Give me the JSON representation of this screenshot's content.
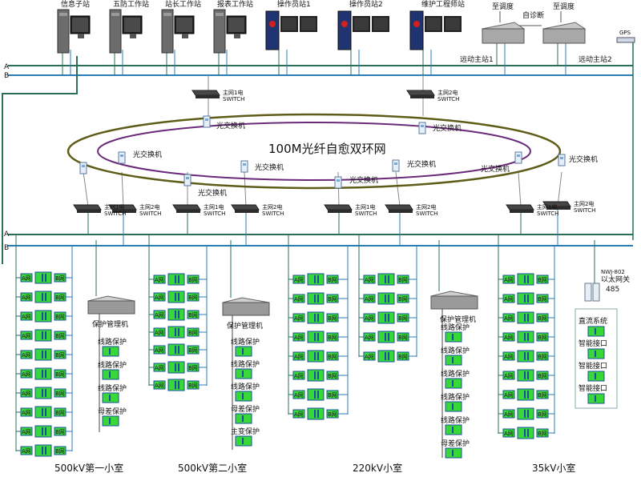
{
  "colors": {
    "bus_green": "#2a6e5a",
    "bus_blue": "#2a7db5",
    "ring_outer": "#5e5c18",
    "ring_inner": "#6a2a7a",
    "device_green": "#38d838",
    "device_border": "#1a4fa0",
    "background": "#ffffff"
  },
  "workstations": [
    {
      "label": "信息子站",
      "icon": "pc-tower-icon"
    },
    {
      "label": "五防工作站",
      "icon": "pc-tower-icon"
    },
    {
      "label": "站长工作站",
      "icon": "pc-tower-icon"
    },
    {
      "label": "报表工作站",
      "icon": "pc-tower-icon"
    },
    {
      "label": "操作员站1",
      "icon": "server-tower-icon"
    },
    {
      "label": "操作员站2",
      "icon": "server-tower-icon"
    },
    {
      "label": "维护工程师站",
      "icon": "server-tower-icon"
    }
  ],
  "remote": {
    "dispatch1": "至调度",
    "dispatch2": "至调度",
    "selfdiag": "自诊断",
    "main1": "远动主站1",
    "main2": "远动主站2",
    "gps": "GPS"
  },
  "bus": {
    "a": "A",
    "b": "B"
  },
  "top_switches": [
    {
      "name": "主网1电",
      "sub": "SWITCH"
    },
    {
      "name": "主网2电",
      "sub": "SWITCH"
    }
  ],
  "ring": {
    "title": "100M光纤自愈双环网",
    "optical_label": "光交换机"
  },
  "bottom_switches": [
    {
      "name": "主网1电",
      "sub": "SWITCH"
    },
    {
      "name": "主网2电",
      "sub": "SWITCH"
    },
    {
      "name": "主网1电",
      "sub": "SWITCH"
    },
    {
      "name": "主网2电",
      "sub": "SWITCH"
    },
    {
      "name": "主网1电",
      "sub": "SWITCH"
    },
    {
      "name": "主网2电",
      "sub": "SWITCH"
    },
    {
      "name": "主网1电",
      "sub": "SWITCH"
    },
    {
      "name": "主网2电",
      "sub": "SWITCH"
    }
  ],
  "device": {
    "a_port": "A网",
    "b_port": "B网"
  },
  "protection": {
    "manager": "保护管理机",
    "room1": [
      "线路保护",
      "线路保护",
      "线路保护",
      "母差保护"
    ],
    "room2": [
      "线路保护",
      "线路保护",
      "线路保护",
      "母差保护",
      "主变保护"
    ],
    "room3": [
      "线路保护",
      "线路保护",
      "线路保护",
      "线路保护",
      "线路保护",
      "母差保护"
    ]
  },
  "gateway": {
    "model": "NWJ-802",
    "desc": "以太网关",
    "port": "485"
  },
  "dc": {
    "items": [
      "直流系统",
      "智能接口",
      "智能接口",
      "智能接口"
    ]
  },
  "rooms": [
    "500kV第一小室",
    "500kV第二小室",
    "220kV小室",
    "35kV小室"
  ]
}
